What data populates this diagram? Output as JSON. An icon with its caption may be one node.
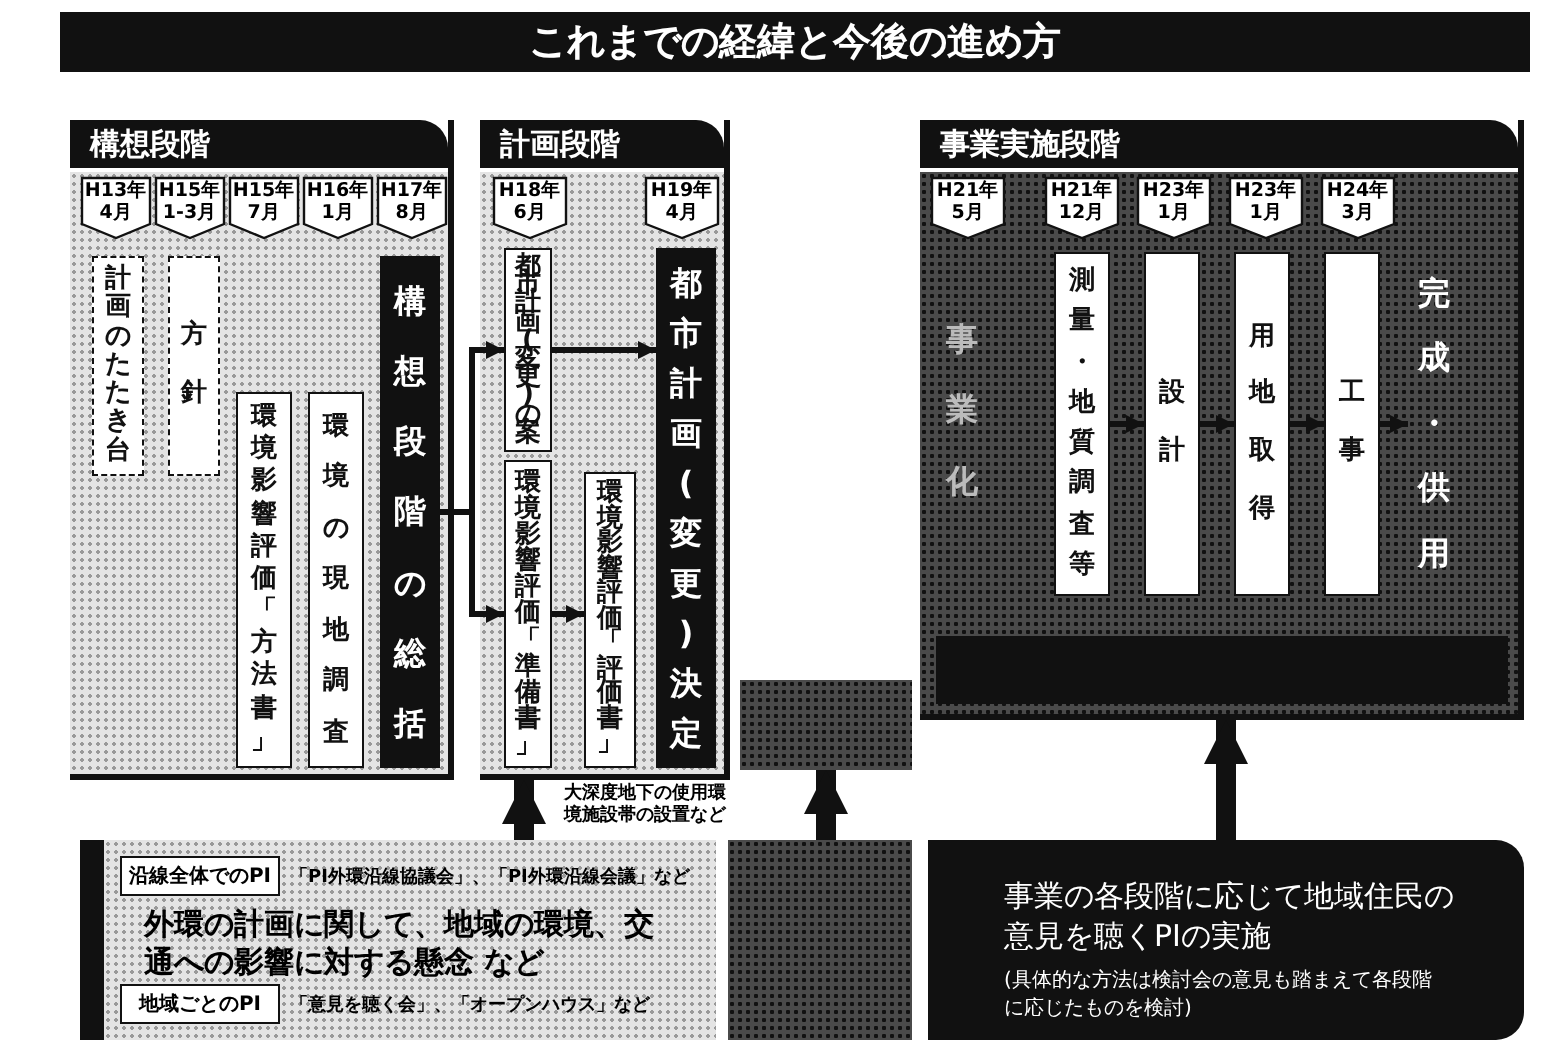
{
  "diagram": {
    "title": "これまでの経緯と今後の進め方",
    "nodes": [
      {
        "text": [
          "構想段階"
        ]
      },
      {
        "text": [
          "H13年4月"
        ],
        "in": 0
      },
      {
        "text": [
          "H15年1-3月"
        ],
        "in": 0
      },
      {
        "text": [
          "H15年7月"
        ],
        "in": 0
      },
      {
        "text": [
          "H16年1月"
        ],
        "in": 0
      },
      {
        "text": [
          "H17年8月"
        ],
        "in": 0
      },
      {
        "text": [
          "計画のたたき台"
        ],
        "in": 0
      },
      {
        "text": [
          "方針"
        ],
        "in": 0
      },
      {
        "text": [
          "環境影響評価「方法書」"
        ],
        "in": 0
      },
      {
        "text": [
          "環境の現地調査"
        ],
        "in": 0
      },
      {
        "text": [
          "構想段階の総括"
        ],
        "in": 0
      },
      {
        "text": [
          "計画段階"
        ]
      },
      {
        "text": [
          "H18年6月"
        ],
        "in": 11
      },
      {
        "text": [
          "H19年4月"
        ],
        "in": 11
      },
      {
        "text": [
          "都市計画(変更)の案"
        ],
        "in": 11
      },
      {
        "text": [
          "環境影響評価「準備書」"
        ],
        "in": 11
      },
      {
        "text": [
          "環境影響評価「評価書」"
        ],
        "in": 11
      },
      {
        "text": [
          "都市計画(変更)決定"
        ],
        "in": 11
      },
      {
        "text": [],
        "shape": "box"
      },
      {
        "text": [
          "事業実施段階"
        ]
      },
      {
        "text": [
          "H21年5月"
        ],
        "in": 19
      },
      {
        "text": [
          "H21年12月"
        ],
        "in": 19
      },
      {
        "text": [
          "H23年1月"
        ],
        "in": 19
      },
      {
        "text": [
          "H23年1月"
        ],
        "in": 19
      },
      {
        "text": [
          "H24年3月"
        ],
        "in": 19
      },
      {
        "text": [
          "測量・地質調査等"
        ],
        "in": 19
      },
      {
        "text": [
          "設計"
        ],
        "in": 19
      },
      {
        "text": [
          "用地取得"
        ],
        "in": 19
      },
      {
        "text": [
          "工事"
        ],
        "in": 19
      },
      {
        "text": [
          "完成・供用"
        ],
        "in": 19
      },
      {
        "text": [],
        "shape": "box",
        "in": 19
      },
      {
        "text": [
          "外環の計画に関して、地域の環境、交通への影響に対する懸念 など"
        ]
      },
      {
        "text": [
          "沿線全体でのPI"
        ],
        "in": 31,
        "beside": [
          "「PI外環沿線協議会」、「PI外環沿線会議」など"
        ]
      },
      {
        "text": [
          "地域ごとのPI"
        ],
        "in": 31,
        "beside": [
          "「意見を聴く会」、「オープンハウス」など"
        ]
      },
      {
        "text": [],
        "shape": "box"
      },
      {
        "text": [
          "事業の各段階に応じて地域住民の意見を聴くPIの実施",
          "(具体的な方法は検討会の意見も踏まえて各段階に応じたものを検討)"
        ]
      }
    ],
    "edges": [
      {
        "from": 10,
        "to": 14,
        "arrow": "to"
      },
      {
        "from": 10,
        "to": 15,
        "arrow": "to"
      },
      {
        "from": 14,
        "to": 17,
        "arrow": "to"
      },
      {
        "from": 15,
        "to": 16,
        "arrow": "to"
      },
      {
        "from": 25,
        "to": 26,
        "arrow": "to"
      },
      {
        "from": 26,
        "to": 27,
        "arrow": "to"
      },
      {
        "from": 27,
        "to": 28,
        "arrow": "to"
      },
      {
        "from": 28,
        "to": 29,
        "arrow": "to"
      },
      {
        "from": 31,
        "to": 11,
        "arrow": "to",
        "style": "thick"
      },
      {
        "from": 34,
        "to": 18,
        "arrow": "to",
        "style": "thick"
      },
      {
        "from": 35,
        "to": 19,
        "arrow": "to",
        "style": "thick"
      }
    ],
    "labels": [
      "大深度地下の使用環境施設帯の設置など",
      "事業化"
    ]
  }
}
